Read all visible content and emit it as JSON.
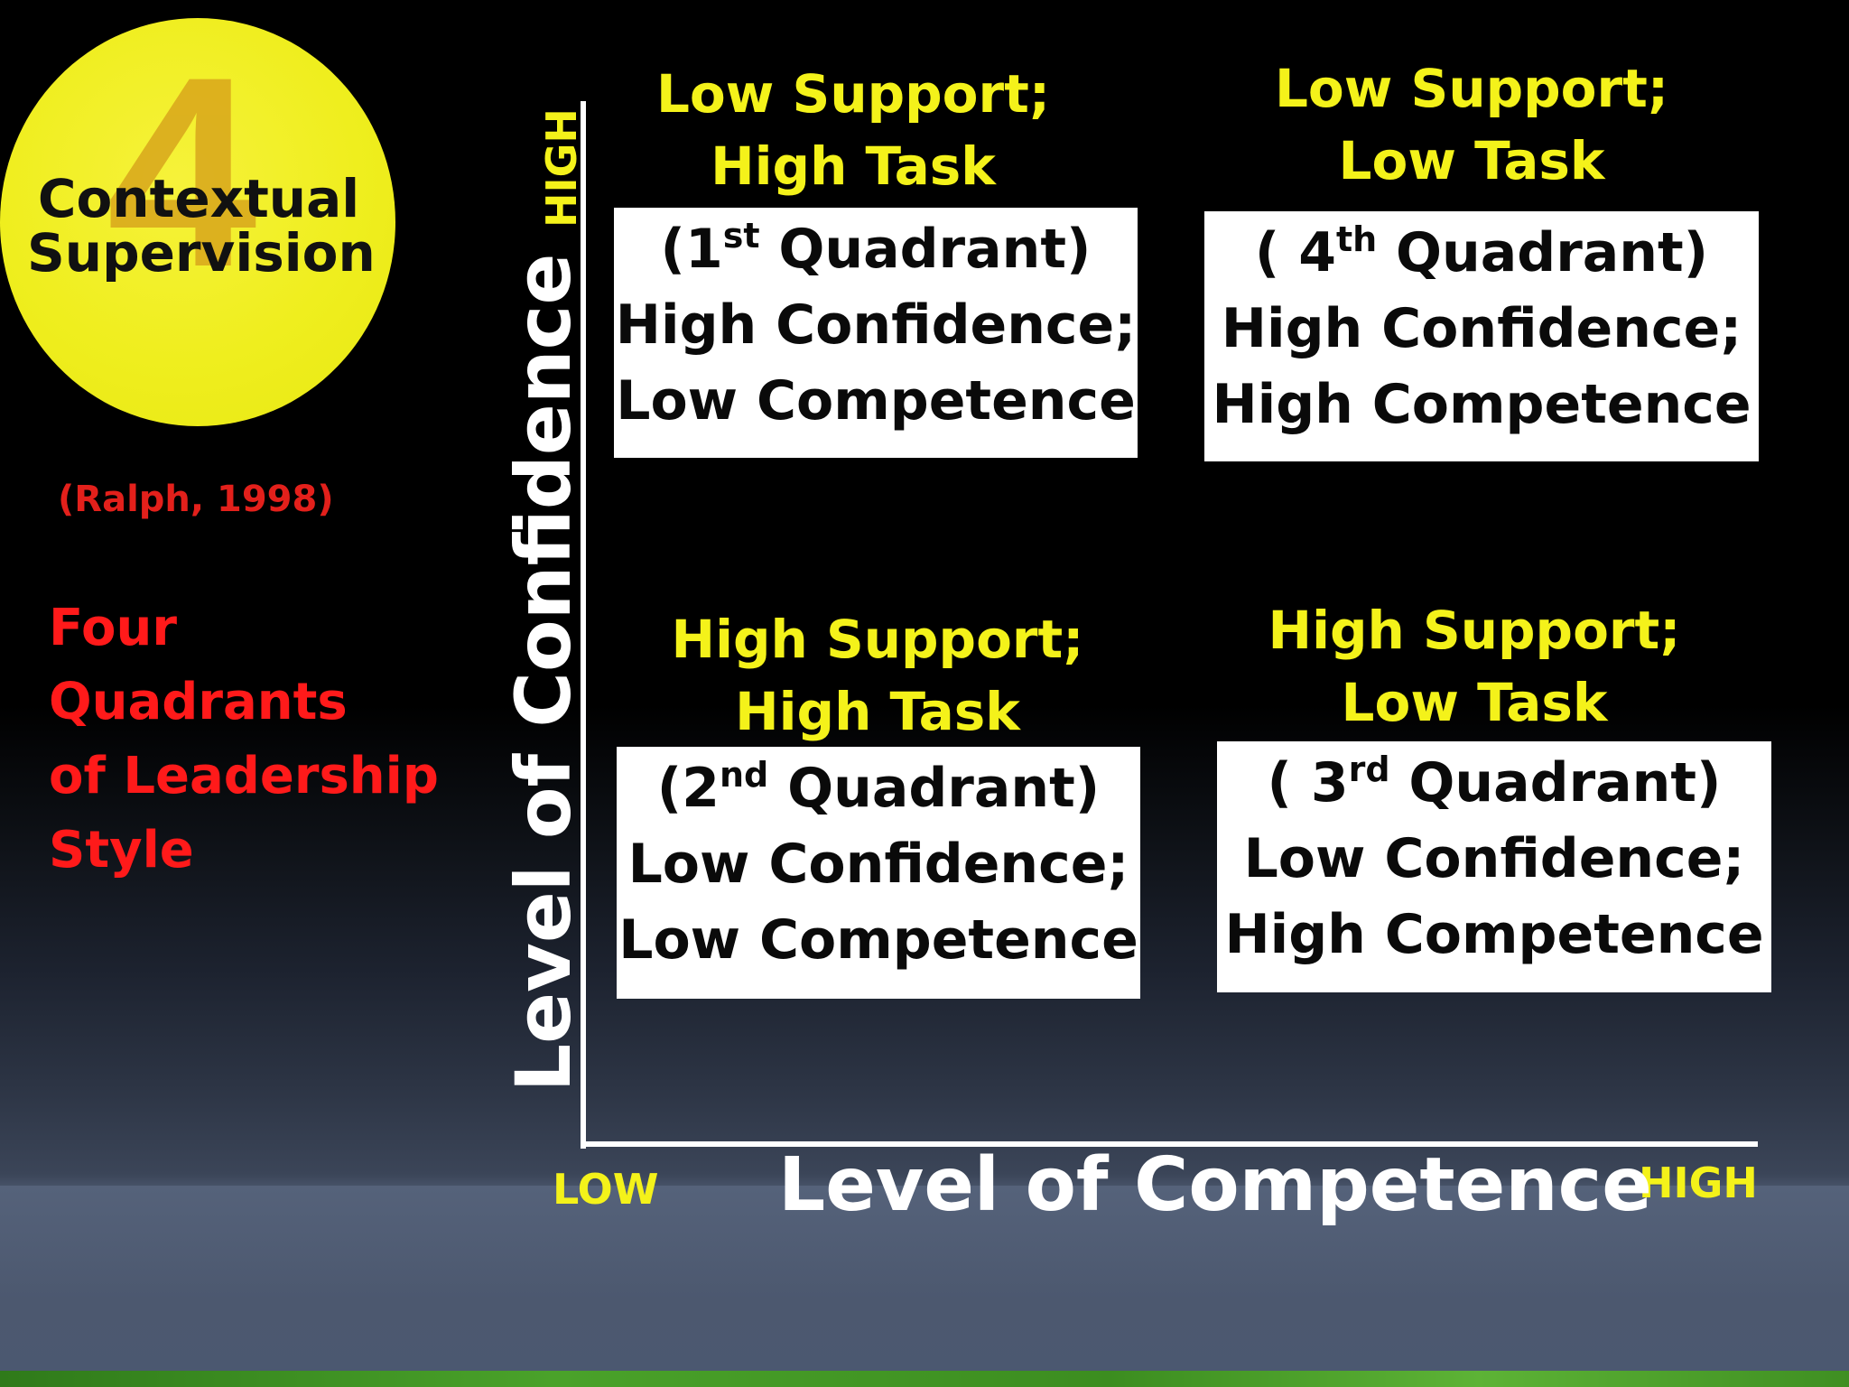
{
  "badge": {
    "numeral": "4",
    "title_line1": "Contextual",
    "title_line2": "Supervision"
  },
  "citation": "(Ralph, 1998)",
  "side_title": {
    "line1": "Four Quadrants",
    "line2": "of Leadership",
    "line3": "Style"
  },
  "axes": {
    "y_title": "Level of Confidence",
    "y_high": "HIGH",
    "x_title": "Level of Competence",
    "x_low": "LOW",
    "x_high": "HIGH"
  },
  "quadrants": {
    "q1": {
      "header_line1": "Low Support;",
      "header_line2": "High Task",
      "open": "(",
      "number": "1",
      "suffix": "st",
      "label": " Quadrant)",
      "line2": "High Confidence;",
      "line3": "Low Competence"
    },
    "q4": {
      "header_line1": "Low Support;",
      "header_line2": "Low Task",
      "open": "( ",
      "number": "4",
      "suffix": "th",
      "label": " Quadrant)",
      "line2": "High Confidence;",
      "line3": "High Competence"
    },
    "q2": {
      "header_line1": "High Support;",
      "header_line2": "High Task",
      "open": "(",
      "number": "2",
      "suffix": "nd",
      "label": " Quadrant)",
      "line2": "Low Confidence;",
      "line3": "Low Competence"
    },
    "q3": {
      "header_line1": "High Support;",
      "header_line2": "Low Task",
      "open": "( ",
      "number": "3",
      "suffix": "rd",
      "label": " Quadrant)",
      "line2": "Low Confidence;",
      "line3": "High Competence"
    }
  },
  "colors": {
    "background": "#000000",
    "badge": "#efee1e",
    "header_yellow": "#f4f21a",
    "side_red": "#ff1a1a",
    "box_white": "#ffffff"
  }
}
